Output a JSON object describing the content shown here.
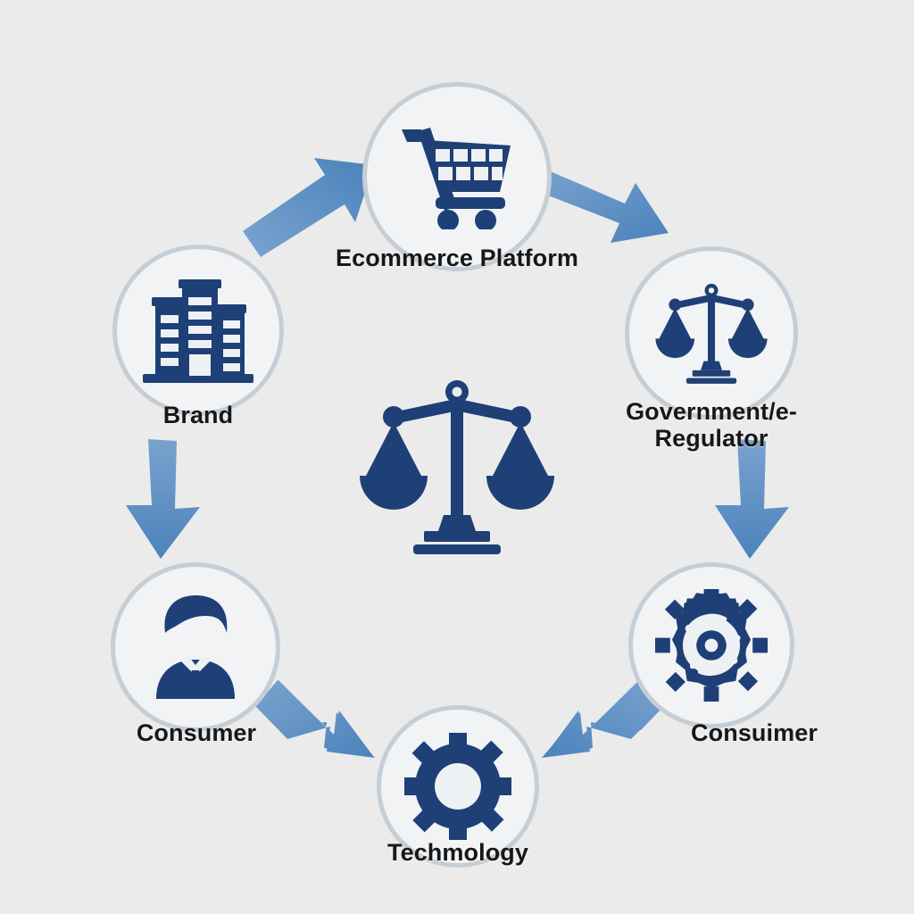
{
  "diagram": {
    "title": "Ecommerce ecosystem cycle",
    "background_color": "#ebebeb",
    "icon_color": "#1e4076",
    "arrow_color": "#5b8ec4",
    "circle_fill": "#f1f3f5",
    "circle_ring_color": "#c6ced5",
    "label_color": "#171717",
    "center": {
      "icon": "balance-scales-icon",
      "label": ""
    },
    "nodes": [
      {
        "id": "ecommerce-platform",
        "label": "Ecommerce Platform",
        "icon": "shopping-cart-icon",
        "position": "top"
      },
      {
        "id": "government-e-regulator",
        "label": "Government/e-\nRegulator",
        "icon": "balance-scales-icon",
        "position": "top-right"
      },
      {
        "id": "consuimer",
        "label": "Consuimer",
        "icon": "gear-circuit-icon",
        "position": "bottom-right"
      },
      {
        "id": "techmology",
        "label": "Techmology",
        "icon": "gear-icon",
        "position": "bottom"
      },
      {
        "id": "consumer",
        "label": "Consumer",
        "icon": "person-user-icon",
        "position": "bottom-left"
      },
      {
        "id": "brand",
        "label": "Brand",
        "icon": "office-building-icon",
        "position": "top-left"
      }
    ],
    "arrows": [
      {
        "id": "brand-to-ecommerce",
        "from": "brand",
        "to": "ecommerce-platform",
        "direction": "up-right"
      },
      {
        "id": "ecommerce-to-government",
        "from": "ecommerce-platform",
        "to": "government-e-regulator",
        "direction": "down-right"
      },
      {
        "id": "government-to-consuimer",
        "from": "government-e-regulator",
        "to": "consuimer",
        "direction": "down"
      },
      {
        "id": "consuimer-to-techmology",
        "from": "consuimer",
        "to": "techmology",
        "direction": "down-left"
      },
      {
        "id": "consumer-to-techmology",
        "from": "consumer",
        "to": "techmology",
        "direction": "down-right"
      },
      {
        "id": "brand-to-consumer",
        "from": "brand",
        "to": "consumer",
        "direction": "down"
      }
    ]
  }
}
